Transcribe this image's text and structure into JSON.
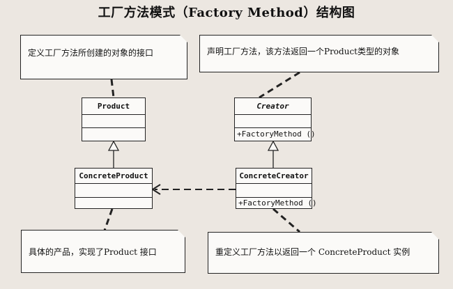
{
  "title": "工厂方法模式（Factory Method）结构图",
  "notes": {
    "product_note": "定义工厂方法所创建的对象的接口",
    "creator_note": "声明工厂方法，该方法返回一个Product类型的对象",
    "concrete_product_note": "具体的产品，实现了Product 接口",
    "concrete_creator_note": "重定义工厂方法以返回一个 ConcreteProduct 实例"
  },
  "classes": {
    "product": {
      "name": "Product"
    },
    "concrete_product": {
      "name": "ConcreteProduct"
    },
    "creator": {
      "name": "Creator",
      "operation": "+FactoryMethod ()"
    },
    "concrete_creator": {
      "name": "ConcreteCreator",
      "operation": "+FactoryMethod ()"
    }
  },
  "colors": {
    "background": "#ece7e1",
    "box_fill": "#fbfaf8",
    "line": "#222222"
  }
}
